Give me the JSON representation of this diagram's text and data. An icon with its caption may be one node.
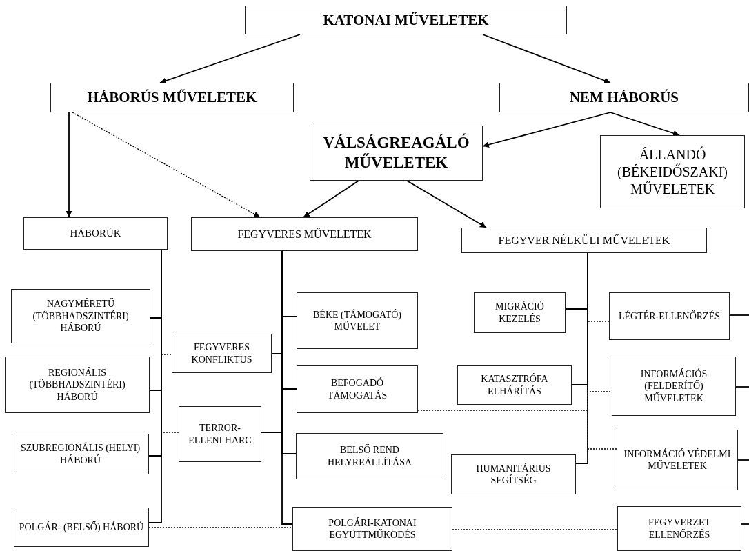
{
  "diagram": {
    "nodes": [
      {
        "text": [
          "KATONAI MŰVELETEK"
        ]
      },
      {
        "text": [
          "HÁBORÚS MŰVELETEK"
        ]
      },
      {
        "text": [
          "NEM HÁBORÚS"
        ]
      },
      {
        "text": [
          "VÁLSÁGREAGÁLÓ MŰVELETEK"
        ]
      },
      {
        "text": [
          "ÁLLANDÓ (BÉKEIDŐSZAKI) MŰVELETEK"
        ]
      },
      {
        "text": [
          "HÁBORÚK"
        ]
      },
      {
        "text": [
          "FEGYVERES MŰVELETEK"
        ]
      },
      {
        "text": [
          "FEGYVER NÉLKÜLI MŰVELETEK"
        ]
      },
      {
        "text": [
          "NAGYMÉRETŰ (TÖBBHADSZINTÉRI) HÁBORÚ"
        ]
      },
      {
        "text": [
          "REGIONÁLIS (TÖBBHADSZINTÉRI) HÁBORÚ"
        ]
      },
      {
        "text": [
          "SZUBREGIONÁLIS (HELYI) HÁBORÚ"
        ]
      },
      {
        "text": [
          "POLGÁR- (BELSŐ) HÁBORÚ"
        ]
      },
      {
        "text": [
          "FEGYVERES KONFLIKTUS"
        ]
      },
      {
        "text": [
          "TERROR-ELLENI HARC"
        ]
      },
      {
        "text": [
          "BÉKE (TÁMOGATÓ) MŰVELET"
        ]
      },
      {
        "text": [
          "BEFOGADÓ TÁMOGATÁS"
        ]
      },
      {
        "text": [
          "BELSŐ REND HELYREÁLLÍTÁSA"
        ]
      },
      {
        "text": [
          "POLGÁRI-KATONAI EGYÜTTMŰKÖDÉS"
        ]
      },
      {
        "text": [
          "MIGRÁCIÓ KEZELÉS"
        ]
      },
      {
        "text": [
          "KATASZTRÓFA ELHÁRÍTÁS"
        ]
      },
      {
        "text": [
          "HUMANITÁRIUS SEGÍTSÉG"
        ]
      },
      {
        "text": [
          "LÉGTÉR-ELLENŐRZÉS"
        ]
      },
      {
        "text": [
          "INFORMÁCIÓS (FELDERÍTŐ) MŰVELETEK"
        ]
      },
      {
        "text": [
          "INFORMÁCIÓ VÉDELMI MŰVELETEK"
        ]
      },
      {
        "text": [
          "FEGYVERZET ELLENŐRZÉS"
        ]
      }
    ],
    "edges": [
      {
        "from": 0,
        "to": 1,
        "arrow": "to"
      },
      {
        "from": 0,
        "to": 2,
        "arrow": "to"
      },
      {
        "from": 1,
        "to": 5,
        "arrow": "to"
      },
      {
        "from": 1,
        "to": 6,
        "arrow": "to",
        "style": "dashed"
      },
      {
        "from": 2,
        "to": 3,
        "arrow": "to"
      },
      {
        "from": 2,
        "to": 4,
        "arrow": "to"
      },
      {
        "from": 3,
        "to": 6,
        "arrow": "to"
      },
      {
        "from": 3,
        "to": 7,
        "arrow": "to"
      },
      {
        "from": 5,
        "to": 8,
        "arrow": "none"
      },
      {
        "from": 5,
        "to": 9,
        "arrow": "none"
      },
      {
        "from": 5,
        "to": 10,
        "arrow": "none"
      },
      {
        "from": 5,
        "to": 11,
        "arrow": "none"
      },
      {
        "from": 5,
        "to": 12,
        "arrow": "none",
        "style": "dashed"
      },
      {
        "from": 5,
        "to": 13,
        "arrow": "none",
        "style": "dashed"
      },
      {
        "from": 6,
        "to": 14,
        "arrow": "none"
      },
      {
        "from": 6,
        "to": 12,
        "arrow": "none"
      },
      {
        "from": 6,
        "to": 15,
        "arrow": "none"
      },
      {
        "from": 6,
        "to": 13,
        "arrow": "none"
      },
      {
        "from": 6,
        "to": 16,
        "arrow": "none"
      },
      {
        "from": 6,
        "to": 17,
        "arrow": "none"
      },
      {
        "from": 11,
        "to": 17,
        "arrow": "none",
        "style": "dashed"
      },
      {
        "from": 17,
        "to": 24,
        "arrow": "none",
        "style": "dashed"
      },
      {
        "from": 7,
        "to": 15,
        "arrow": "none",
        "style": "dashed"
      },
      {
        "from": 7,
        "to": 18,
        "arrow": "none"
      },
      {
        "from": 7,
        "to": 19,
        "arrow": "none"
      },
      {
        "from": 7,
        "to": 20,
        "arrow": "none"
      },
      {
        "from": 7,
        "to": 21,
        "arrow": "none",
        "style": "dashed"
      },
      {
        "from": 7,
        "to": 22,
        "arrow": "none",
        "style": "dashed"
      },
      {
        "from": 7,
        "to": 23,
        "arrow": "none",
        "style": "dashed"
      },
      {
        "from": null,
        "to": 21,
        "arrow": "none"
      },
      {
        "from": null,
        "to": 22,
        "arrow": "none"
      },
      {
        "from": null,
        "to": 23,
        "arrow": "none"
      },
      {
        "from": null,
        "to": 24,
        "arrow": "none"
      }
    ]
  }
}
